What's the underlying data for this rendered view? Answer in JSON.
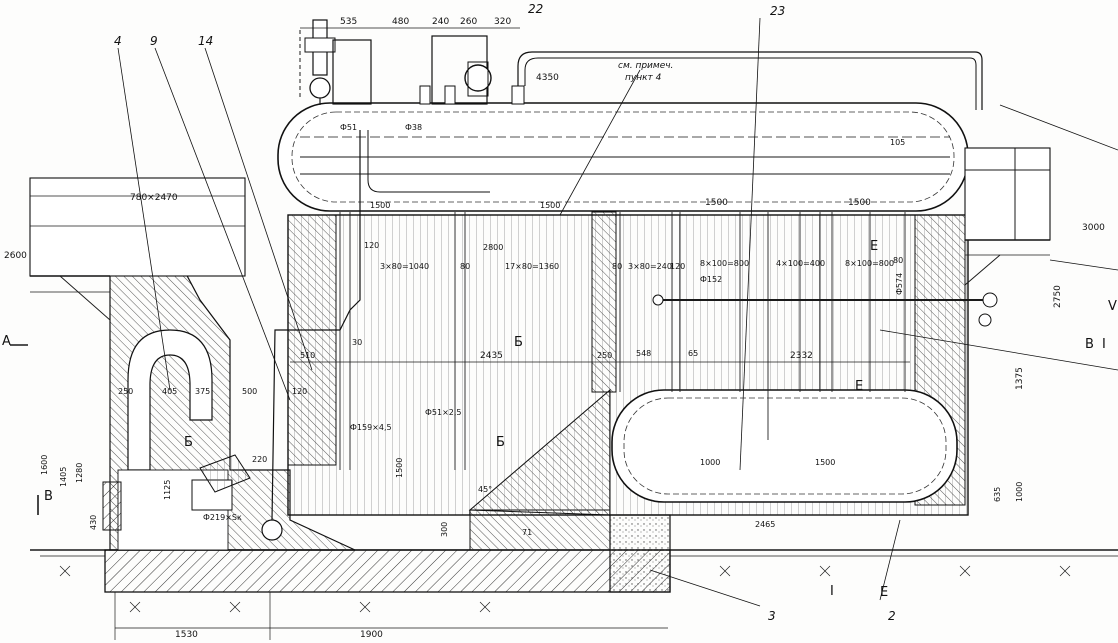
{
  "top_dims": [
    "535",
    "480",
    "240",
    "260",
    "320",
    "22",
    "23"
  ],
  "callouts": [
    "4",
    "9",
    "14",
    "3",
    "2"
  ],
  "notes": [
    "см. примеч.",
    "пункт 4"
  ],
  "elev": [
    "4350",
    "3000",
    "2600"
  ],
  "pipe_labels": [
    "Ф51",
    "Ф38",
    "Ф152",
    "Ф159×4,5",
    "Ф51×2,5",
    "Ф219×Sк",
    "Ф574"
  ],
  "opening": "780×2470",
  "inner_dims": [
    "1500",
    "1500",
    "1500",
    "1500",
    "120",
    "2800",
    "3×80=1040",
    "80",
    "17×80=1360",
    "80",
    "3×80=240",
    "120",
    "8×100=800",
    "4×100=400",
    "8×100=800",
    "80",
    "105"
  ],
  "mid_dims": [
    "510",
    "30",
    "2435",
    "250",
    "548",
    "65",
    "2332",
    "405",
    "375",
    "500",
    "120",
    "250",
    "1000",
    "1500",
    "2465"
  ],
  "vert_dims": [
    "1600",
    "1405",
    "1280",
    "1125",
    "430",
    "220",
    "1500",
    "300",
    "45°",
    "2750",
    "1375",
    "635",
    "1000"
  ],
  "section_marks": [
    "A",
    "B",
    "Б",
    "Б",
    "Б",
    "B",
    "E",
    "E",
    "E",
    "I",
    "V",
    "I"
  ],
  "bottom_dims": [
    "1530",
    "1900"
  ],
  "extra": [
    "71"
  ]
}
